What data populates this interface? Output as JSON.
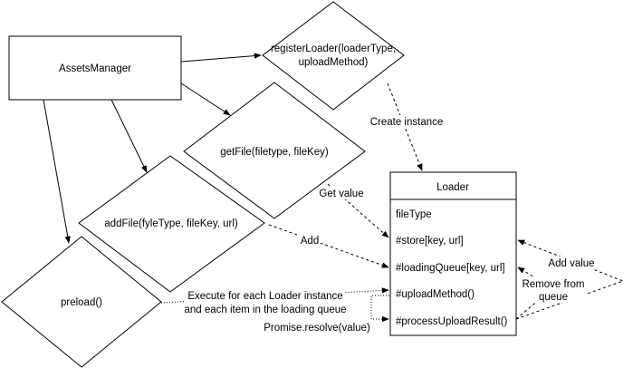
{
  "nodes": {
    "assets_manager": "AssetsManager",
    "register_loader_line1": "registerLoader(loaderType,",
    "register_loader_line2": "uploadMethod)",
    "get_file": "getFile(filetype, fileKey)",
    "add_file": "addFile(fyleType, fileKey, url)",
    "preload": "preload()"
  },
  "loader_class": {
    "title": "Loader",
    "members": [
      "fileType",
      "#store[key, url]",
      "#loadingQueue[key, url]",
      "#uploadMethod()",
      "#processUploadResult()"
    ]
  },
  "edge_labels": {
    "create_instance": "Create instance",
    "get_value": "Get value",
    "add": "Add",
    "execute_line1": "Execute for each Loader instance",
    "execute_line2": "and each item in the loading queue",
    "promise_resolve": "Promise.resolve(value)",
    "add_value": "Add value",
    "remove_line1": "Remove from",
    "remove_line2": "queue"
  },
  "colors": {
    "stroke": "#000000",
    "fill": "#ffffff",
    "text": "#000000"
  }
}
